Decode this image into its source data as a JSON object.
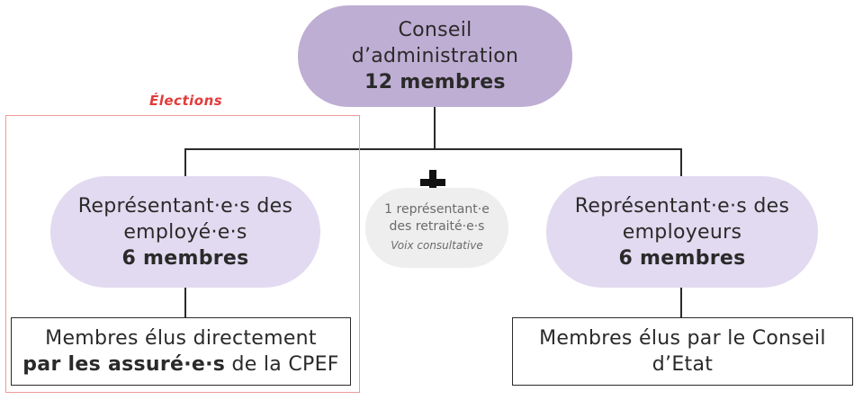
{
  "top_node": {
    "line1": "Conseil",
    "line2": "d’administration",
    "count": "12 membres"
  },
  "elections_label": "Élections",
  "left_node": {
    "line1": "Représentant·e·s des",
    "line2": "employé·e·s",
    "count": "6 membres"
  },
  "middle_node": {
    "line1": "1 représentant·e",
    "line2": "des retraité·e·s",
    "note": "Voix consultative"
  },
  "right_node": {
    "line1": "Représentant·e·s des",
    "line2": "employeurs",
    "count": "6 membres"
  },
  "left_box": {
    "line1": "Membres élus directement",
    "line2_bold": "par les assuré·e·s",
    "line2_rest": " de la CPEF"
  },
  "right_box": {
    "line1": "Membres élus par le Conseil",
    "line2": "d’Etat"
  },
  "colors": {
    "top_pill": "#bfaed3",
    "side_pills": "#e2daf0",
    "middle_pill": "#eeeeef",
    "elections_accent": "#e23b3b"
  }
}
